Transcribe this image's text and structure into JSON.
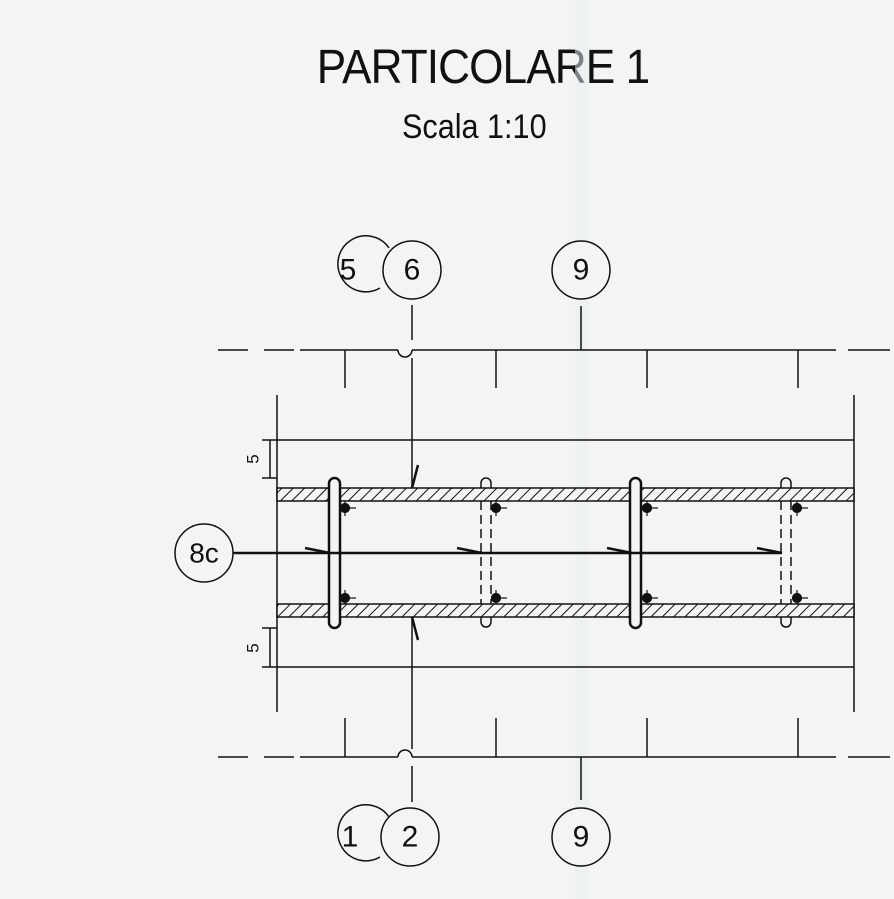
{
  "title": "PARTICOLARE 1",
  "subtitle": "Scala  1:10",
  "callouts": {
    "top_left_partial": "5",
    "top_left": "6",
    "top_right": "9",
    "middle_left": "8c",
    "bottom_left_partial": "1",
    "bottom_left": "2",
    "bottom_right": "9"
  },
  "dimensions": {
    "top_cover": "5",
    "bottom_cover": "5"
  }
}
